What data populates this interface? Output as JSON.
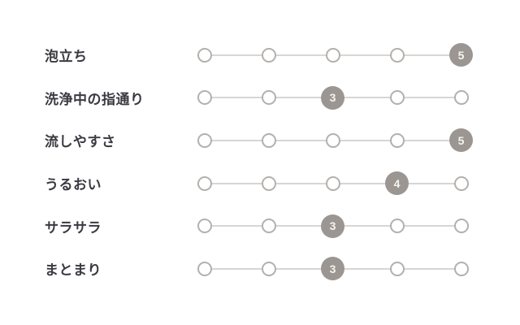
{
  "chart_data": {
    "type": "rating",
    "scale_min": 1,
    "scale_max": 5,
    "categories": [
      "泡立ち",
      "洗浄中の指通り",
      "流しやすさ",
      "うるおい",
      "サラサラ",
      "まとまり"
    ],
    "values": [
      5,
      3,
      5,
      4,
      3,
      3
    ],
    "title": "",
    "legend": "none",
    "grid": false,
    "colors": {
      "filled_dot": "#9b9691",
      "filled_dot_text": "#f5f3f1",
      "empty_dot_border": "#b3b0ad",
      "empty_dot_fill": "#ffffff",
      "track_line": "#d8d6d4",
      "label_text": "#3a3a42",
      "background": "#ffffff"
    }
  }
}
